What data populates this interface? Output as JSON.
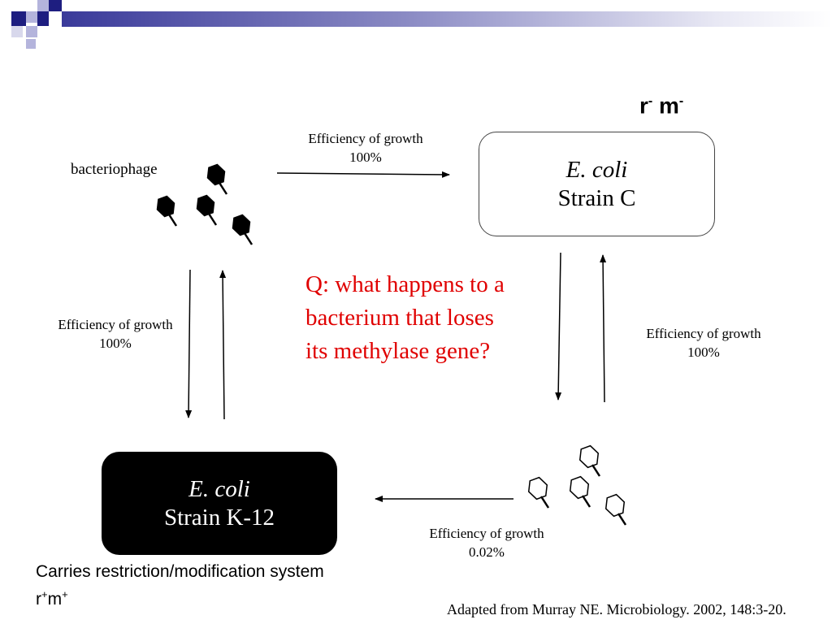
{
  "header": {
    "colors": {
      "dark": "#1e1e80",
      "light": "#b4b4dc",
      "gradient_start": "#3a3a9a"
    }
  },
  "diagram": {
    "phage_label": "bacteriophage",
    "genotype_top": "r",
    "genotype_top_sup1": "-",
    "genotype_top_m": "m",
    "genotype_top_sup2": "-",
    "strain_c": {
      "species": "E. coli",
      "name": "Strain C"
    },
    "strain_k12": {
      "species": "E. coli",
      "name": "Strain K-12"
    },
    "efficiency": {
      "top": {
        "label": "Efficiency of growth",
        "value": "100%"
      },
      "left": {
        "label": "Efficiency of growth",
        "value": "100%"
      },
      "right": {
        "label": "Efficiency of growth",
        "value": "100%"
      },
      "bottom": {
        "label": "Efficiency of growth",
        "value": "0.02%"
      }
    },
    "question": "Q: what happens to a bacterium that loses its methylase gene?",
    "k12_note": "Carries restriction/modification system",
    "k12_genotype_r": "r",
    "k12_genotype_sup1": "+",
    "k12_genotype_m": "m",
    "k12_genotype_sup2": "+",
    "citation": "Adapted from Murray NE. Microbiology. 2002, 148:3-20."
  }
}
